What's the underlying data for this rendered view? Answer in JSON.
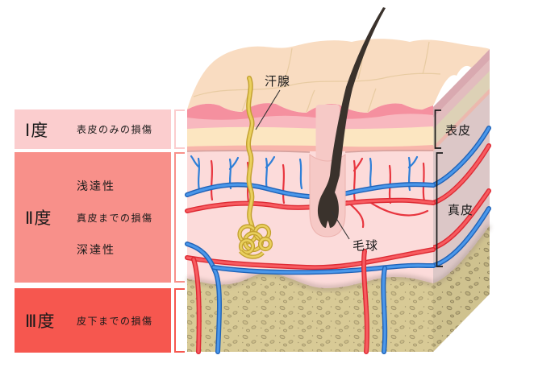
{
  "legend": {
    "items": [
      {
        "degree": "Ⅰ度",
        "lines": [
          "表皮のみの損傷"
        ],
        "color": "#fbcdce"
      },
      {
        "degree": "Ⅱ度",
        "lines": [
          "浅達性",
          "真皮までの損傷",
          "深達性"
        ],
        "color": "#f8908a"
      },
      {
        "degree": "Ⅲ度",
        "lines": [
          "皮下までの損傷"
        ],
        "color": "#f6574f"
      }
    ]
  },
  "diagram": {
    "labels": {
      "sweat_gland": "汗腺",
      "hair_bulb": "毛球",
      "epidermis": "表皮",
      "dermis": "真皮"
    },
    "colors": {
      "skin_surface_peach": "#f9dcc1",
      "epidermis_pink": "#f5909f",
      "epidermis_cream": "#fce6c1",
      "dermis_pink": "#fcdbda",
      "subcutis_tan": "#d8ca96",
      "artery_red": "#ef4149",
      "vein_blue": "#3b87e0",
      "sweat_gland_yellow": "#ead05e",
      "hair_dark": "#3a322c"
    }
  }
}
